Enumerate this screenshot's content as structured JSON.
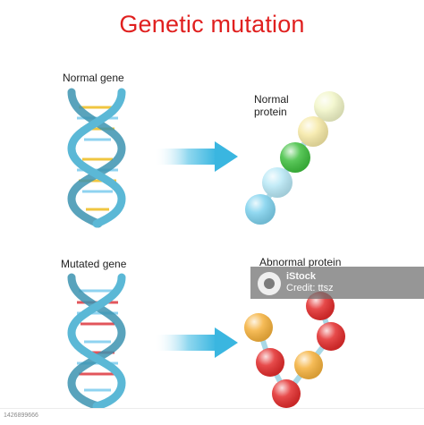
{
  "title": "Genetic mutation",
  "labels": {
    "normal_gene": "Normal gene",
    "normal_protein": "Normal protein",
    "mutated_gene": "Mutated gene",
    "abnormal_protein": "Abnormal protein"
  },
  "colors": {
    "title": "#e0201f",
    "helix_strand": "#5bb8d6",
    "normal_rung_a": "#f0c640",
    "normal_rung_b": "#8fd3f0",
    "mutated_rung": "#e2555b",
    "arrow": "#3ab6e0",
    "normal_beads": [
      "#f2f6c8",
      "#f6e9a6",
      "#3fbf3f",
      "#b8e8f6",
      "#7fd2ee"
    ],
    "abnormal_beads": [
      "#f5b13c",
      "#e32c2c",
      "#e32c2c",
      "#e32c2c",
      "#e32c2c",
      "#f5b13c"
    ]
  },
  "watermark": {
    "line1": "iStock",
    "line2": "Credit: ttsz"
  },
  "footer": {
    "id_text": "1426899666"
  }
}
